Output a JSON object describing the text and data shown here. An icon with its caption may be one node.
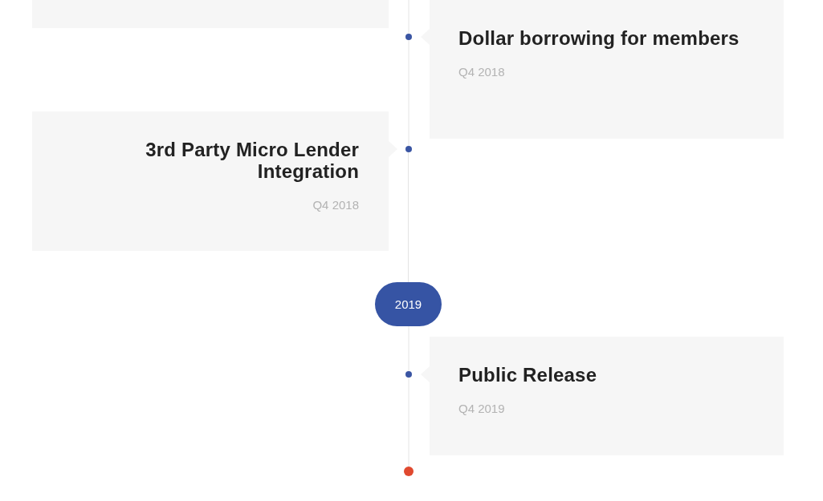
{
  "diagram": {
    "nodes": [
      {
        "text": [],
        "shape": "box"
      },
      {
        "text": [
          "Dollar borrowing for members",
          "Q4 2018"
        ]
      },
      {
        "text": [],
        "shape": "circle"
      },
      {
        "text": [
          "3rd Party Micro Lender Integration",
          "Q4 2018"
        ]
      },
      {
        "text": [],
        "shape": "circle"
      },
      {
        "text": [
          "2019"
        ]
      },
      {
        "text": [
          "Public Release",
          "Q4 2019"
        ]
      },
      {
        "text": [],
        "shape": "circle"
      },
      {
        "text": [],
        "shape": "circle"
      }
    ],
    "edges": [
      {
        "from": null,
        "to": 2,
        "arrow": "none"
      },
      {
        "from": 2,
        "to": 4,
        "arrow": "none"
      },
      {
        "from": 4,
        "to": 5,
        "arrow": "none"
      },
      {
        "from": 5,
        "to": 7,
        "arrow": "none"
      },
      {
        "from": 7,
        "to": 8,
        "arrow": "none"
      }
    ]
  }
}
